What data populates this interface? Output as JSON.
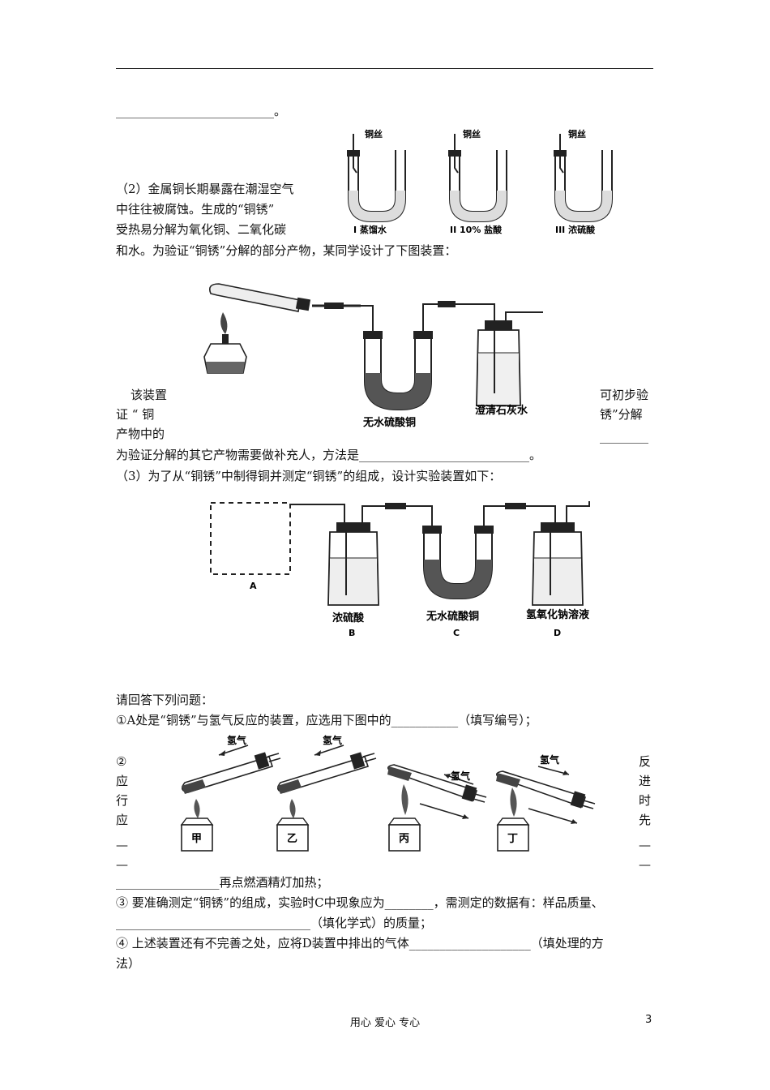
{
  "page": {
    "line1": "__________________________。",
    "p2_l1": "（2）金属铜长期暴露在潮湿空气",
    "p2_l2": "中往往被腐蚀。生成的“铜锈”",
    "p2_l3": "受热易分解为氧化铜、二氧化碳",
    "p2_l4": "和水。为验证“铜锈”分解的部分产物，某同学设计了下图装置：",
    "side_left_1": "该装置",
    "side_left_2": "证  “  铜",
    "side_left_3": "产物中的",
    "side_right_1": "可初步验",
    "side_right_2": "锈”分解",
    "side_right_3": "________",
    "p2_l5": "为验证分解的其它产物需要做补充人，方法是____________________________。",
    "p3_l1": "（3）为了从“铜锈”中制得铜并测定“铜锈”的组成，设计实验装置如下：",
    "q_intro": "请回答下列问题：",
    "q1": "①A处是“铜锈”与氢气反应的装置，应选用下图中的___________（填写编号）；",
    "q2_left": [
      "②",
      "应",
      "行",
      "应",
      "—",
      "—"
    ],
    "q2_right": [
      "反",
      "进",
      "时",
      "先",
      "—",
      "—"
    ],
    "q2_end": "_________________再点燃酒精灯加热；",
    "q3_l1": "③ 要准确测定“铜锈”的组成，实验时C中现象应为________，需测定的数据有：样品质量、",
    "q3_l2": "________________________________（填化学式）的质量；",
    "q4_l1": "④ 上述装置还有不完善之处，应将D装置中排出的气体____________________（填处理的方",
    "q4_l2": "法）",
    "footer": "用心 爱心 专心",
    "page_number": "3"
  },
  "fig1": {
    "labels": [
      "铜丝",
      "铜丝",
      "铜丝"
    ],
    "captions": [
      "I  蒸馏水",
      "II  10% 盐酸",
      "III  浓硫酸"
    ]
  },
  "fig2": {
    "labels": [
      "无水硫酸铜",
      "澄清石灰水"
    ]
  },
  "fig3": {
    "labels": [
      "浓硫酸",
      "无水硫酸铜",
      "氢氧化钠溶液"
    ],
    "letters": [
      "A",
      "B",
      "C",
      "D"
    ]
  },
  "fig4": {
    "gas": [
      "氢气",
      "氢气",
      "氢气",
      "氢气"
    ],
    "names": [
      "甲",
      "乙",
      "丙",
      "丁"
    ]
  }
}
